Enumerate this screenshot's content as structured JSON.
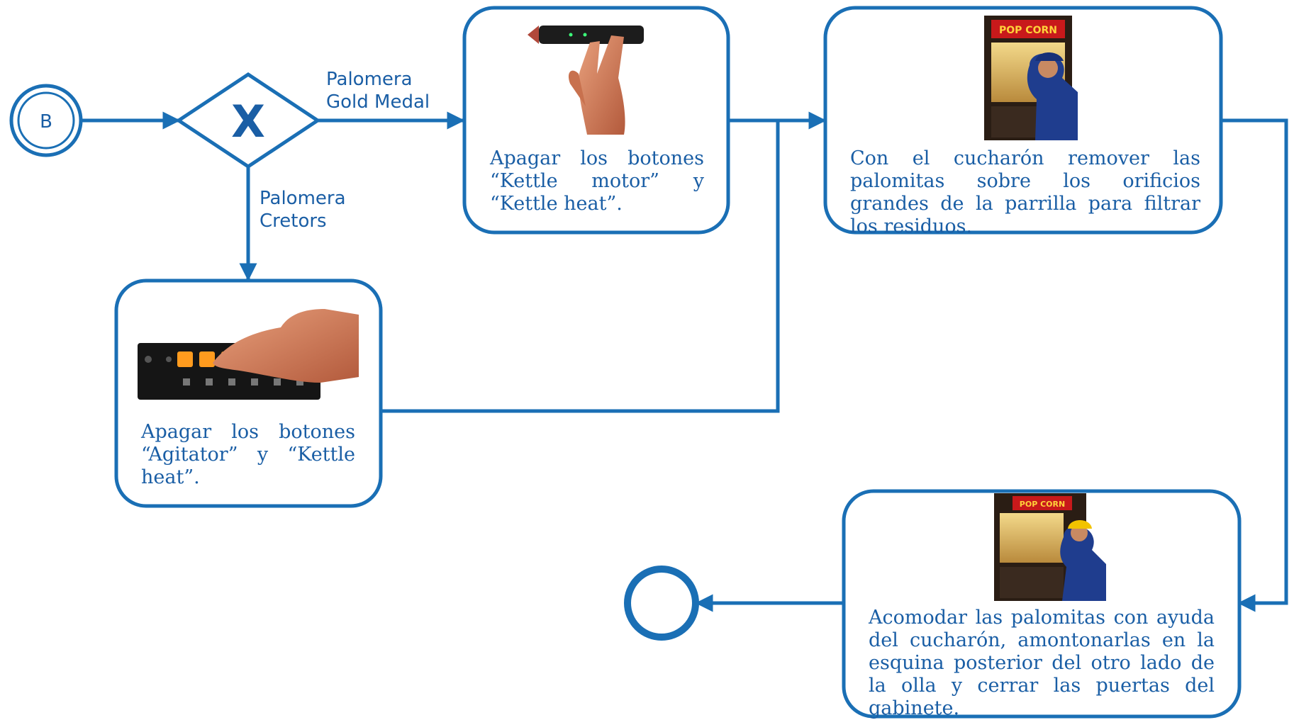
{
  "colors": {
    "flow_blue": "#1a6fb5",
    "text_blue": "#1a5ea5",
    "background": "#ffffff"
  },
  "start_event": {
    "label": "B"
  },
  "gateway": {
    "symbol": "X",
    "branch_right_label": "Palomera\nGold Medal",
    "branch_down_label": "Palomera\nCretors"
  },
  "tasks": {
    "gold_medal": {
      "text": "Apagar los botones “Kettle motor” y “Kettle heat”.",
      "image_icon": "hand-pressing-switch-photo"
    },
    "cretors": {
      "text": "Apagar los botones “Agitator” y “Kettle heat”.",
      "image_icon": "control-panel-photo"
    },
    "stir": {
      "text": "Con el cucharón remover las palomitas sobre los orificios grandes de la parrilla para filtrar los residuos.",
      "image_icon": "popcorn-machine-photo"
    },
    "arrange": {
      "text": "Acomodar las palomitas con ayuda del cucharón, amontonarlas en la esquina posterior del otro lado de la olla y cerrar las puertas del gabinete.",
      "image_icon": "popcorn-machine-closing-photo"
    }
  },
  "popcorn_sign": "POP CORN"
}
